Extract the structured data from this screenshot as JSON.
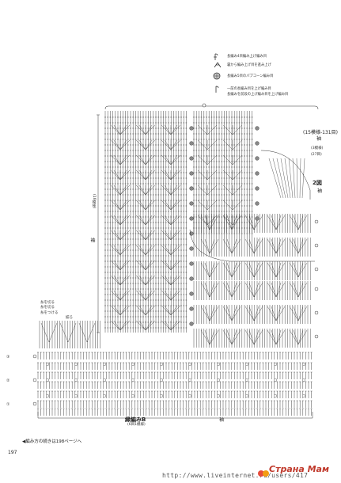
{
  "legend": {
    "items": [
      {
        "icon": "chain-up-symbol",
        "text": "長編み4目編み上げ編み目"
      },
      {
        "icon": "chain-lean-symbol",
        "text": "裏から編み上げ目を進み上げ"
      },
      {
        "icon": "popcorn-symbol",
        "text": "長編み5目のパプコーン編み目"
      },
      {
        "icon": "cluster-symbol",
        "text": "一前の長編み目を上げ編み目"
      },
      {
        "icon": "cluster-symbol-2",
        "text": "長編みを前段の上げ編み目を上げ編み目"
      }
    ]
  },
  "chart_labels": {
    "side_label": "袖",
    "count_label_top": "(15模様-131目)",
    "count_label_right1": "袖",
    "count_label_small": "(3模様)",
    "count_label_small2": "(27目)",
    "fig_label": "2図",
    "fig_sub": "袖",
    "left_vertical": "(16模様)",
    "left_edge_a": "糸を切る",
    "left_edge_b": "糸を切る",
    "left_edge_c": "糸をつける",
    "left_mid": "揃ろ",
    "bottom_center": "縁編みB",
    "bottom_center_sub": "(6目1模様)",
    "bottom_right": "袖",
    "edge_left_1": "③",
    "edge_left_2": "②",
    "edge_left_3": "①"
  },
  "footer": {
    "note": "◀編み方の続きは198ページへ",
    "page_number": "197",
    "url": "http://www.liveinternet.ru/users/417",
    "watermark": "Страна Мам"
  }
}
